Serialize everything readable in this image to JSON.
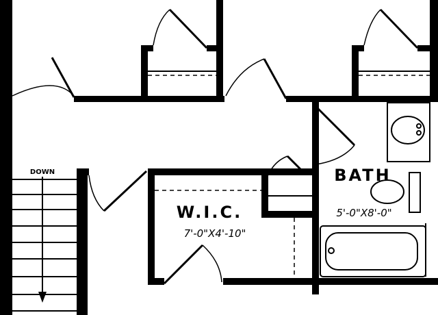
{
  "plan": {
    "rooms": [
      {
        "id": "bath",
        "name": "BATH",
        "dims": "5'-0\"X8'-0\""
      },
      {
        "id": "wic",
        "name": "W.I.C.",
        "dims": "7'-0\"X4'-10\""
      }
    ],
    "stair_label": "DOWN"
  },
  "colors": {
    "ink": "#000000",
    "paper": "#ffffff"
  }
}
